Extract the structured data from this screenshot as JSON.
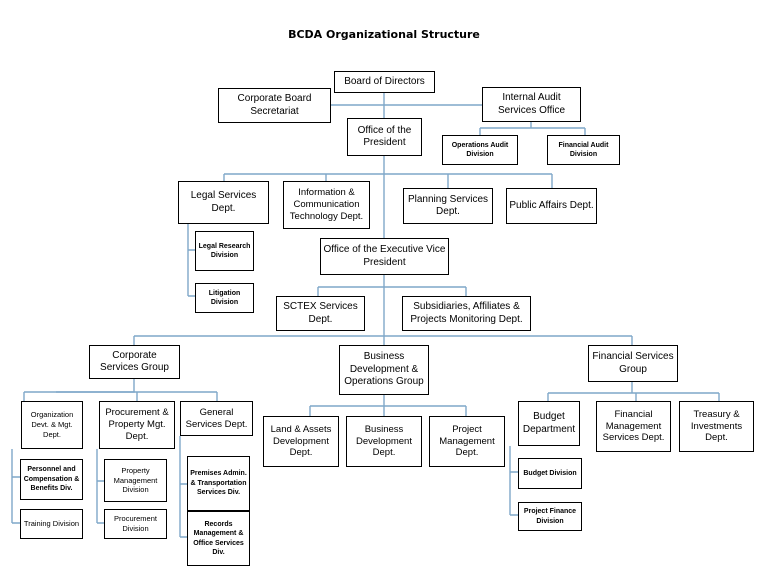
{
  "title": "BCDA Organizational Structure",
  "colors": {
    "connector": "#7fa7c9",
    "border": "#000000",
    "background": "#ffffff"
  },
  "nodes": {
    "board": "Board of Directors",
    "corp_board_sec": "Corporate Board Secretariat",
    "internal_audit": "Internal Audit Services Office",
    "operations_audit": "Operations Audit Division",
    "financial_audit": "Financial Audit Division",
    "president": "Office of the President",
    "legal_services": "Legal Services Dept.",
    "legal_research": "Legal Research Division",
    "litigation": "Litigation Division",
    "ict": "Information & Communication Technology Dept.",
    "planning": "Planning Services Dept.",
    "public_affairs": "Public Affairs Dept.",
    "evp": "Office of the Executive Vice President",
    "sctex": "SCTEX Services Dept.",
    "subsidiaries": "Subsidiaries, Affiliates & Projects Monitoring Dept.",
    "corporate_services": "Corporate Services Group",
    "business_dev_group": "Business Development & Operations Group",
    "financial_services": "Financial Services Group",
    "org_dev": "Organization Devt. & Mgt. Dept.",
    "personnel": "Personnel and Compensation & Benefits Div.",
    "training": "Training Division",
    "procurement_prop": "Procurement & Property Mgt. Dept.",
    "property_mgmt": "Property Management Division",
    "procurement_div": "Procurement Division",
    "general_services": "General Services Dept.",
    "premises": "Premises Admin. & Transportation Services Div.",
    "records": "Records Management & Office Services Div.",
    "land_assets": "Land & Assets Development Dept.",
    "business_dev_dept": "Business Development Dept.",
    "project_mgmt": "Project Management Dept.",
    "budget_dept": "Budget Department",
    "budget_div": "Budget Division",
    "project_finance": "Project Finance Division",
    "financial_mgmt": "Financial Management Services Dept.",
    "treasury": "Treasury & Investments Dept."
  }
}
